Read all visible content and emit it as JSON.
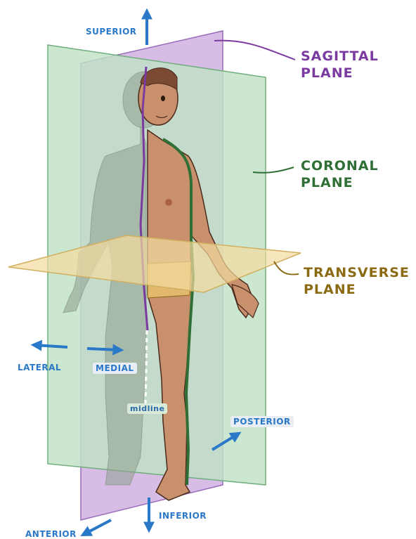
{
  "labels": {
    "sagittal": [
      "SAGITTAL",
      "PLANE"
    ],
    "coronal": [
      "CORONAL",
      "PLANE"
    ],
    "transverse": [
      "TRANSVERSE",
      "PLANE"
    ],
    "superior": "SUPERIOR",
    "inferior": "INFERIOR",
    "lateral": "LATERAL",
    "medial": "MEDIAL",
    "midline": "midline",
    "posterior": "POSTERIOR",
    "anterior": "ANTERIOR"
  },
  "colors": {
    "sagittal": "#7b3aa0",
    "coronal": "#2f6f35",
    "transverse": "#8a6a12",
    "direction": "#2a78c8",
    "coronal_fill": "#bfe2c6",
    "sagittal_fill": "#c9a6dd",
    "transverse_fill": "#f3dca0",
    "skin": "#c9906d",
    "hair": "#7a4a32"
  },
  "icons": [
    "arrow-up-icon",
    "arrow-down-icon",
    "arrow-left-icon",
    "arrow-right-icon",
    "arrow-diagonal-up-icon",
    "arrow-diagonal-down-icon"
  ]
}
